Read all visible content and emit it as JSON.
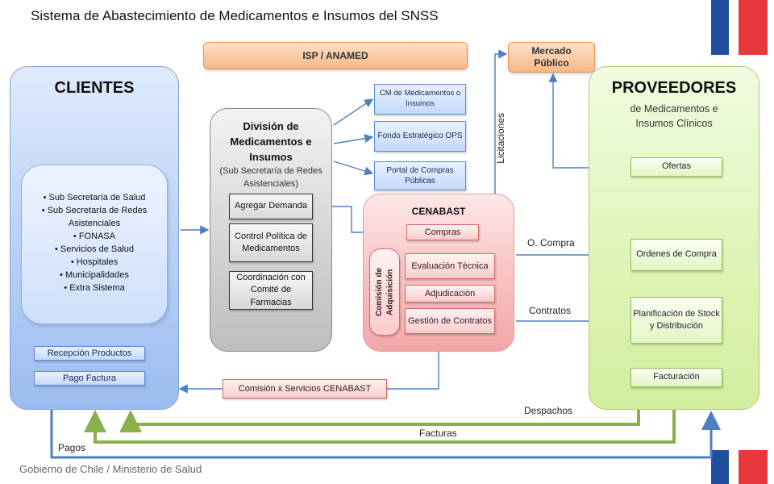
{
  "title": "Sistema de Abastecimiento de Medicamentos e Insumos del SNSS",
  "footer": "Gobierno de Chile / Ministerio de Salud",
  "colors": {
    "flag_blue": "#1f4fa0",
    "flag_red": "#e8383d",
    "clientes": "#b7d0f6",
    "proveedores": "#dff4b8",
    "cenabast": "#f8c0c0",
    "division": "#d2d2d2",
    "isp": "#f7b887",
    "arrow_blue": "#4f7ec4",
    "arrow_green": "#8ab04c"
  },
  "isp": "ISP / ANAMED",
  "mercado": {
    "line1": "Mercado",
    "line2": "Público"
  },
  "clientes": {
    "heading": "CLIENTES",
    "items": [
      "Sub Secretaría de Salud",
      "Sub Secretaría de Redes Asistenciales",
      "FONASA",
      "Servicios de Salud",
      "Hospitales",
      "Municipalidades",
      "Extra Sistema"
    ],
    "recepcion": "Recepción Productos",
    "pago": "Pago Factura"
  },
  "division": {
    "heading": "División de Medicamentos e Insumos",
    "sub": "(Sub Secretaría de Redes Asistenciales)",
    "agregar": "Agregar Demanda",
    "control": "Control Política de Medicamentos",
    "coordinacion": "Coordinación con Comité de Farmacias"
  },
  "channels": {
    "cm": "CM de Medicamentos o Insumos",
    "fondo": "Fondo Estratégico OPS",
    "portal": "Portal de Compras Públicas"
  },
  "cenabast": {
    "heading": "CENABAST",
    "compras": "Compras",
    "comision": "Comisión de Adquisición",
    "evaluacion": "Evaluación Técnica",
    "adjudicacion": "Adjudicación",
    "gestion": "Gestión de Contratos"
  },
  "comision_servicios": "Comisión x Servicios CENABAST",
  "proveedores": {
    "heading": "PROVEEDORES",
    "sub": "de Medicamentos e Insumos Clínicos",
    "ofertas": "Ofertas",
    "ordenes": "Ordenes de Compra",
    "planificacion": "Planificación de Stock y Distribución",
    "facturacion": "Facturación"
  },
  "labels": {
    "licitaciones": "Licitaciones",
    "ocompra": "O. Compra",
    "contratos": "Contratos",
    "despachos": "Despachos",
    "facturas": "Facturas",
    "pagos": "Pagos"
  }
}
